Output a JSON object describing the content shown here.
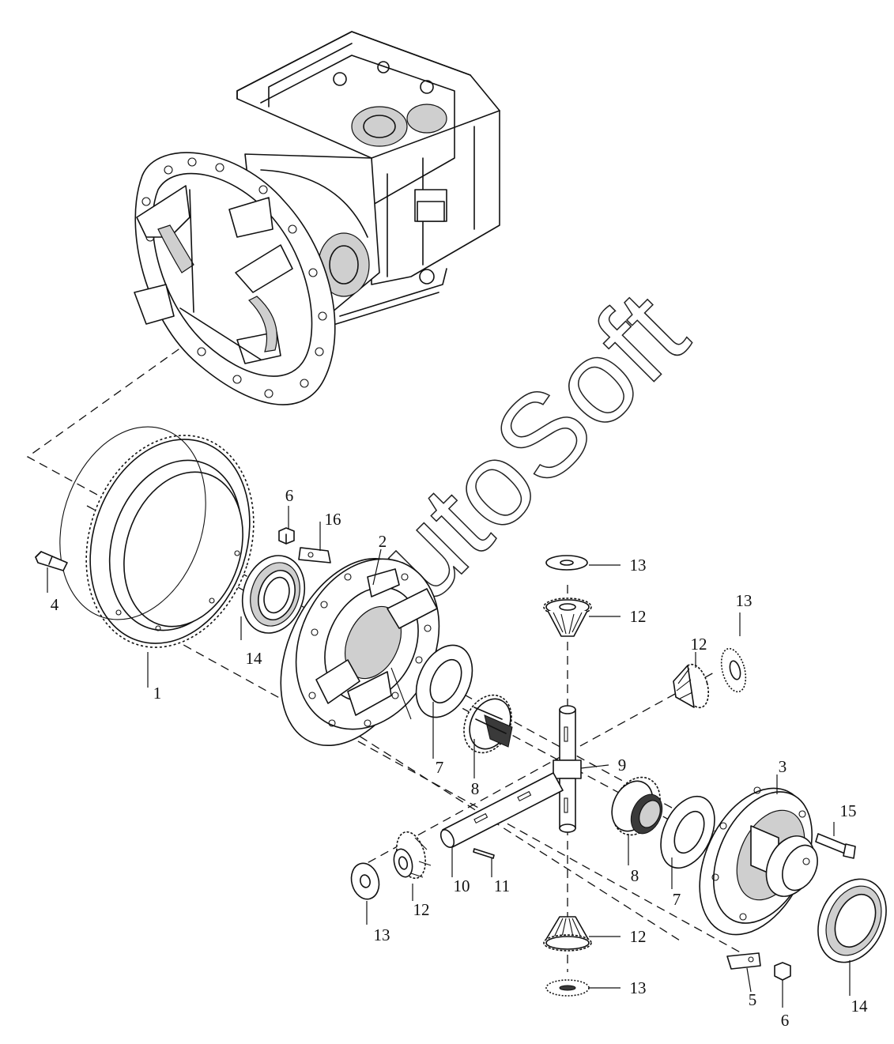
{
  "watermark": "AutoSoft",
  "colors": {
    "ink": "#111111",
    "paper": "#ffffff",
    "shade": "#cfcfcf"
  },
  "callouts": [
    {
      "id": "c-6a",
      "text": "6"
    },
    {
      "id": "c-16",
      "text": "16"
    },
    {
      "id": "c-2",
      "text": "2"
    },
    {
      "id": "c-4",
      "text": "4"
    },
    {
      "id": "c-14a",
      "text": "14"
    },
    {
      "id": "c-1",
      "text": "1"
    },
    {
      "id": "c-13a",
      "text": "13"
    },
    {
      "id": "c-12a",
      "text": "12"
    },
    {
      "id": "c-13b",
      "text": "13"
    },
    {
      "id": "c-12b",
      "text": "12"
    },
    {
      "id": "c-7a",
      "text": "7"
    },
    {
      "id": "c-8a",
      "text": "8"
    },
    {
      "id": "c-9",
      "text": "9"
    },
    {
      "id": "c-3",
      "text": "3"
    },
    {
      "id": "c-15",
      "text": "15"
    },
    {
      "id": "c-8b",
      "text": "8"
    },
    {
      "id": "c-7b",
      "text": "7"
    },
    {
      "id": "c-10",
      "text": "10"
    },
    {
      "id": "c-11",
      "text": "11"
    },
    {
      "id": "c-12c",
      "text": "12"
    },
    {
      "id": "c-13c",
      "text": "13"
    },
    {
      "id": "c-12d",
      "text": "12"
    },
    {
      "id": "c-13d",
      "text": "13"
    },
    {
      "id": "c-5",
      "text": "5"
    },
    {
      "id": "c-6b",
      "text": "6"
    },
    {
      "id": "c-14b",
      "text": "14"
    }
  ]
}
